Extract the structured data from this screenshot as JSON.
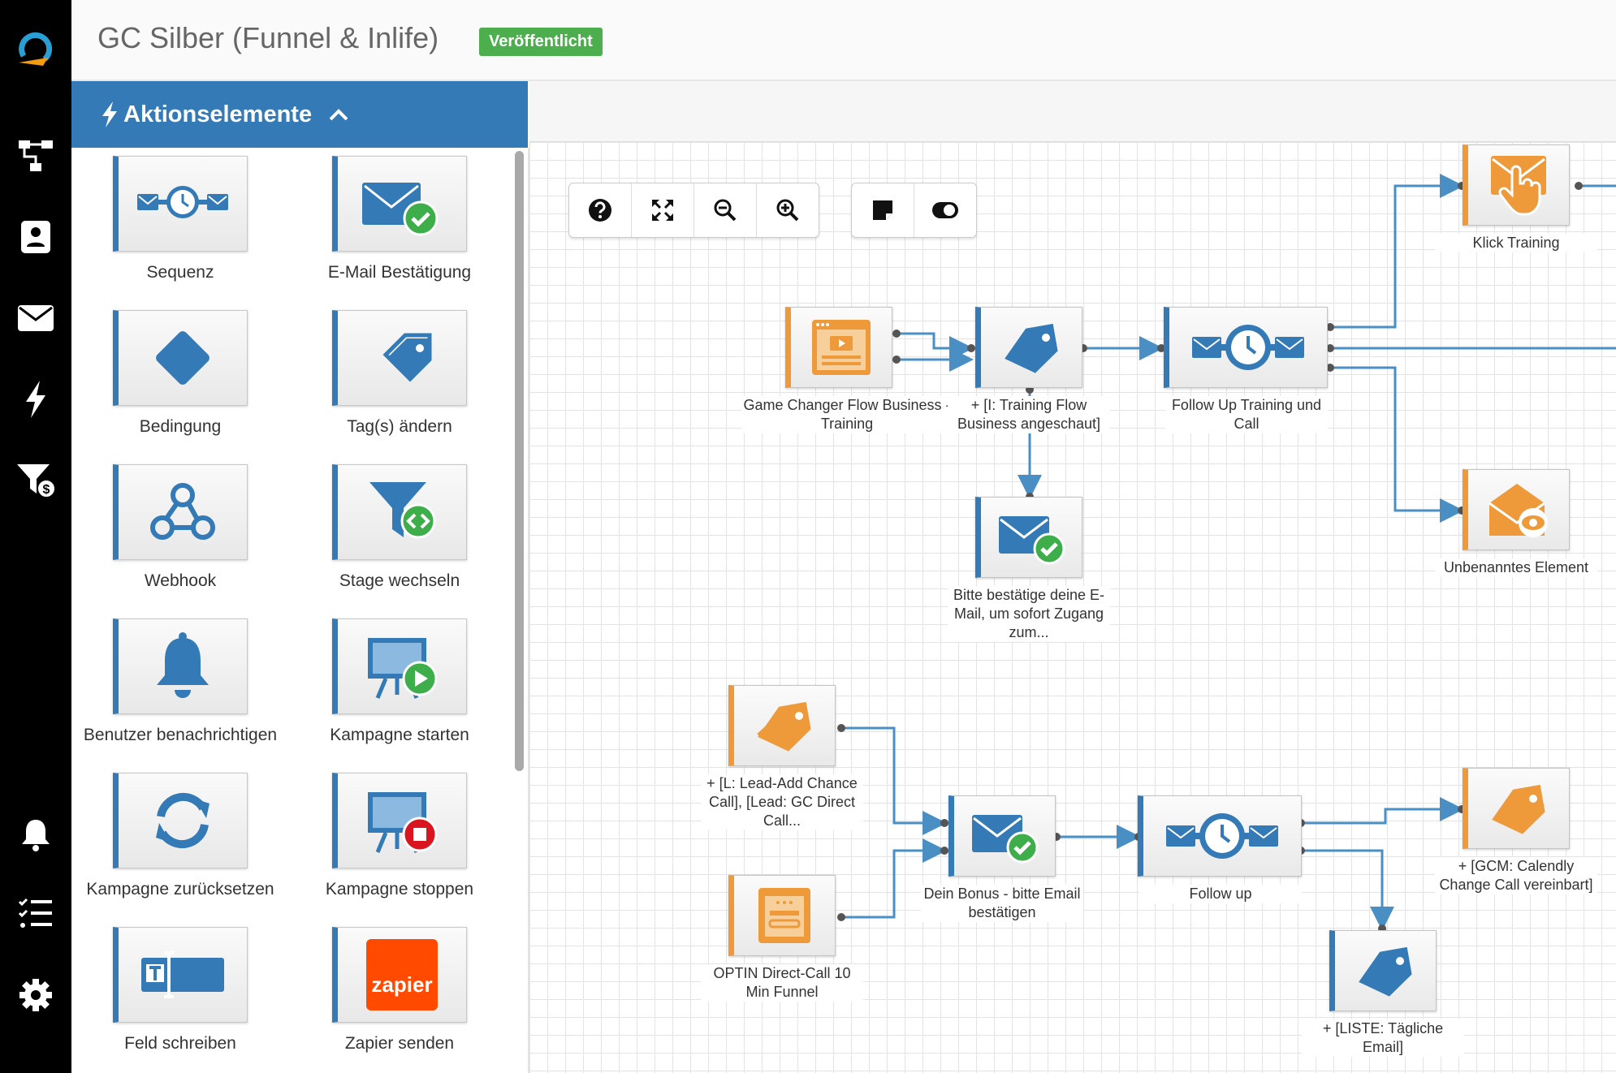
{
  "app": {
    "title": "GC Silber (Funnel & Inlife)",
    "status_badge": "Veröffentlicht"
  },
  "sidebar": {
    "icons": [
      "logo-icon",
      "flow-icon",
      "contacts-icon",
      "mail-icon",
      "lightning-icon",
      "funnel-dollar-icon",
      "bell-icon",
      "checklist-icon",
      "gear-icon"
    ]
  },
  "palette": {
    "title": "Aktionselemente",
    "items": [
      {
        "label": "Sequenz",
        "icon": "sequence-icon"
      },
      {
        "label": "E-Mail Bestätigung",
        "icon": "mail-check-icon"
      },
      {
        "label": "Bedingung",
        "icon": "diamond-icon"
      },
      {
        "label": "Tag(s) ändern",
        "icon": "tags-icon"
      },
      {
        "label": "Webhook",
        "icon": "webhook-icon"
      },
      {
        "label": "Stage wechseln",
        "icon": "funnel-stage-icon"
      },
      {
        "label": "Benutzer benachrichtigen",
        "icon": "bell-icon"
      },
      {
        "label": "Kampagne starten",
        "icon": "campaign-start-icon"
      },
      {
        "label": "Kampagne zurücksetzen",
        "icon": "refresh-icon"
      },
      {
        "label": "Kampagne stoppen",
        "icon": "campaign-stop-icon"
      },
      {
        "label": "Feld schreiben",
        "icon": "text-field-icon"
      },
      {
        "label": "Zapier senden",
        "icon": "zapier-icon",
        "logo_text": "zapier"
      }
    ]
  },
  "toolbar": {
    "buttons": [
      "help-icon",
      "fit-icon",
      "zoom-out-icon",
      "zoom-in-icon"
    ],
    "buttons2": [
      "sticky-note-icon",
      "toggle-icon"
    ]
  },
  "nodes": [
    {
      "label": "Game Changer Flow Business - Training",
      "type": "trigger",
      "icon": "webpage-icon"
    },
    {
      "label": "+ [I: Training Flow Business angeschaut]",
      "type": "action",
      "icon": "tag-icon"
    },
    {
      "label": "Follow Up Training und Call",
      "type": "action",
      "icon": "sequence-icon"
    },
    {
      "label": "Klick Training",
      "type": "trigger",
      "icon": "mail-click-icon"
    },
    {
      "label": "Unbenanntes Element",
      "type": "trigger",
      "icon": "mail-open-icon"
    },
    {
      "label": "Bitte bestätige deine E-Mail, um sofort Zugang zum...",
      "type": "action",
      "icon": "mail-check-icon"
    },
    {
      "label": "+ [L: Lead-Add Chance Call], [Lead: GC Direct Call...",
      "type": "trigger",
      "icon": "tag-icon"
    },
    {
      "label": "OPTIN Direct-Call 10 Min Funnel",
      "type": "trigger",
      "icon": "form-icon"
    },
    {
      "label": "Dein Bonus - bitte Email bestätigen",
      "type": "action",
      "icon": "mail-check-icon"
    },
    {
      "label": "Follow up",
      "type": "action",
      "icon": "sequence-icon"
    },
    {
      "label": "+ [GCM: Calendly Change Call vereinbart]",
      "type": "trigger",
      "icon": "tag-icon"
    },
    {
      "label": "+ [LISTE: Tägliche Email]",
      "type": "action",
      "icon": "tag-icon"
    }
  ],
  "colors": {
    "primary": "#337ab7",
    "trigger": "#ee9a3a",
    "published": "#4cae4c",
    "link": "#4a8fc4"
  }
}
